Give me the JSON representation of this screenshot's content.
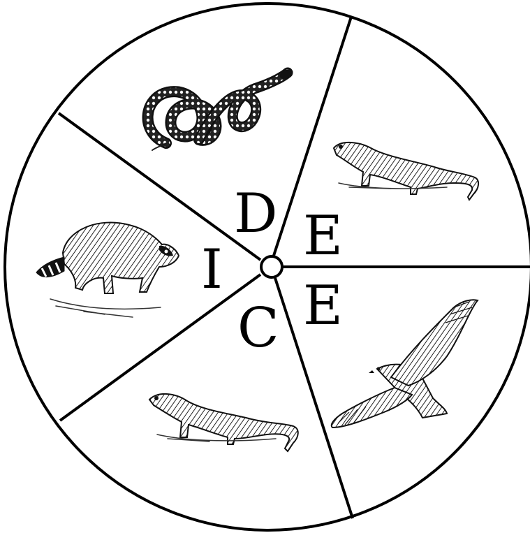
{
  "wheel": {
    "letters": [
      "D",
      "E",
      "E",
      "C",
      "I"
    ],
    "sectors": [
      {
        "animal": "snake"
      },
      {
        "animal": "weasel"
      },
      {
        "animal": "hawk"
      },
      {
        "animal": "weasel"
      },
      {
        "animal": "raccoon"
      }
    ],
    "colors": {
      "stroke": "#000000",
      "background": "#ffffff"
    }
  }
}
